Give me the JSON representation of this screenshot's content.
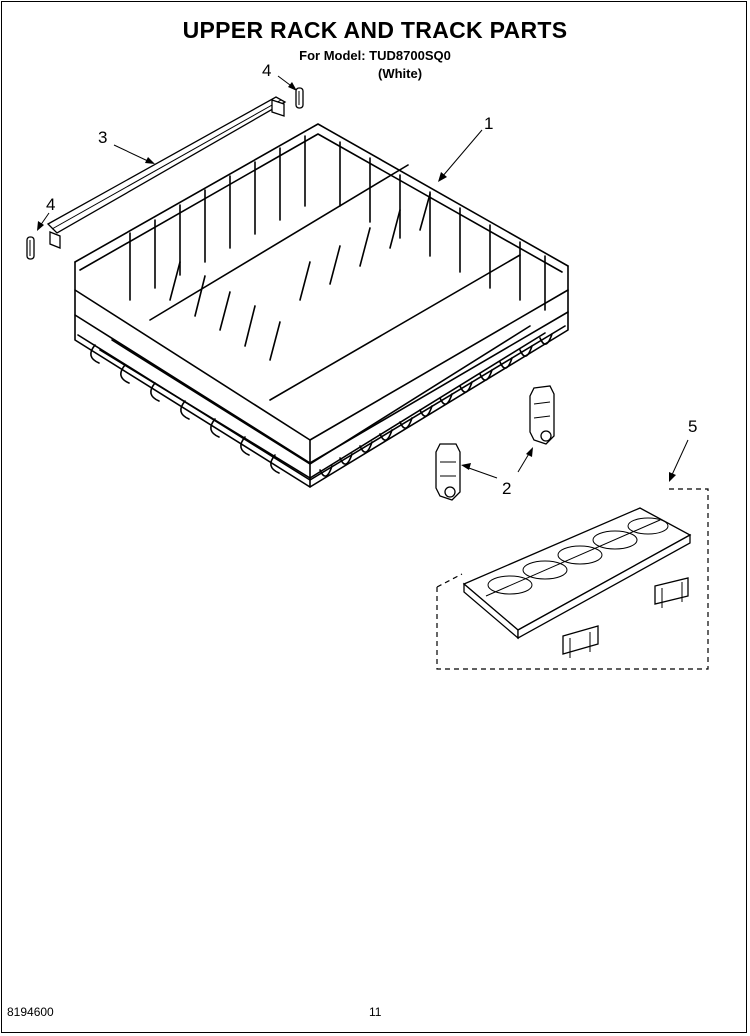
{
  "header": {
    "title": "UPPER RACK AND TRACK PARTS",
    "model_line": "For Model: TUD8700SQ0",
    "variant": "(White)"
  },
  "callouts": [
    {
      "id": "rack",
      "label": "1"
    },
    {
      "id": "adjuster",
      "label": "2"
    },
    {
      "id": "track",
      "label": "3"
    },
    {
      "id": "clip-top",
      "label": "4"
    },
    {
      "id": "clip-left",
      "label": "4"
    },
    {
      "id": "shelf-kit",
      "label": "5"
    }
  ],
  "footer": {
    "part_number": "8194600",
    "page_number": "11"
  }
}
